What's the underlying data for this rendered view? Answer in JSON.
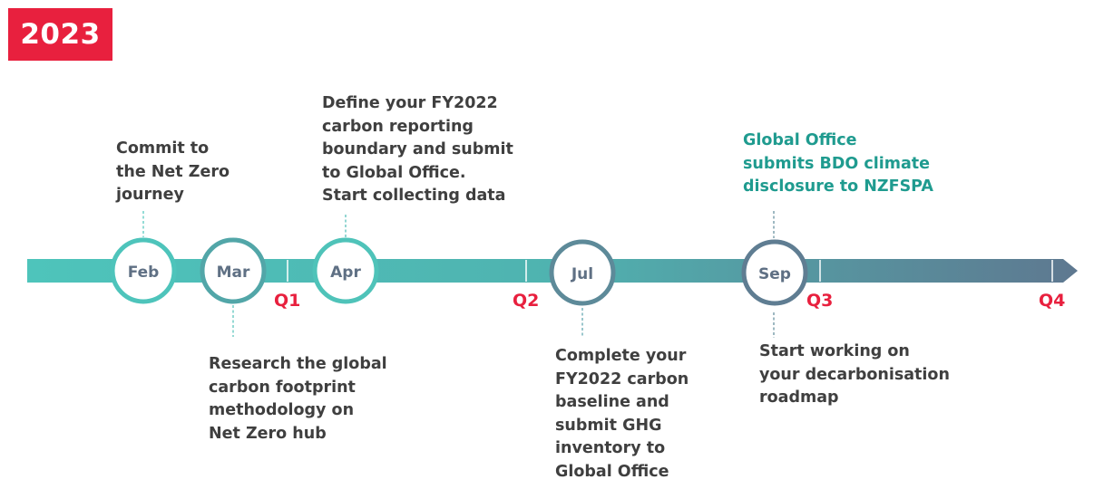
{
  "year": "2023",
  "months": [
    {
      "label": "Feb"
    },
    {
      "label": "Mar"
    },
    {
      "label": "Apr"
    },
    {
      "label": "Jul"
    },
    {
      "label": "Sep"
    }
  ],
  "quarters": [
    {
      "label": "Q1"
    },
    {
      "label": "Q2"
    },
    {
      "label": "Q3"
    },
    {
      "label": "Q4"
    }
  ],
  "events": [
    {
      "month": "Feb",
      "text": "Commit to\nthe Net Zero\njourney"
    },
    {
      "month": "Mar",
      "text": "Research the global\ncarbon footprint\nmethodology on\nNet Zero hub"
    },
    {
      "month": "Apr",
      "text": "Define your FY2022\ncarbon reporting\nboundary and submit\nto Global Office.\nStart collecting data"
    },
    {
      "month": "Jul",
      "text": "Complete your\nFY2022 carbon\nbaseline and\nsubmit GHG\ninventory to\nGlobal Office"
    },
    {
      "month": "Sep",
      "text": "Global Office\nsubmits BDO climate\ndisclosure to NZFSPA",
      "color": "#1f9b8f"
    },
    {
      "month": "Sep",
      "text": "Start working on\nyour decarbonisation\nroadmap"
    }
  ],
  "colors": {
    "accent": "#e8203e",
    "timeline_start": "#4ec4bb",
    "timeline_end": "#5e7890",
    "event_text": "#3f3f3f",
    "highlight_text": "#1f9b8f"
  }
}
